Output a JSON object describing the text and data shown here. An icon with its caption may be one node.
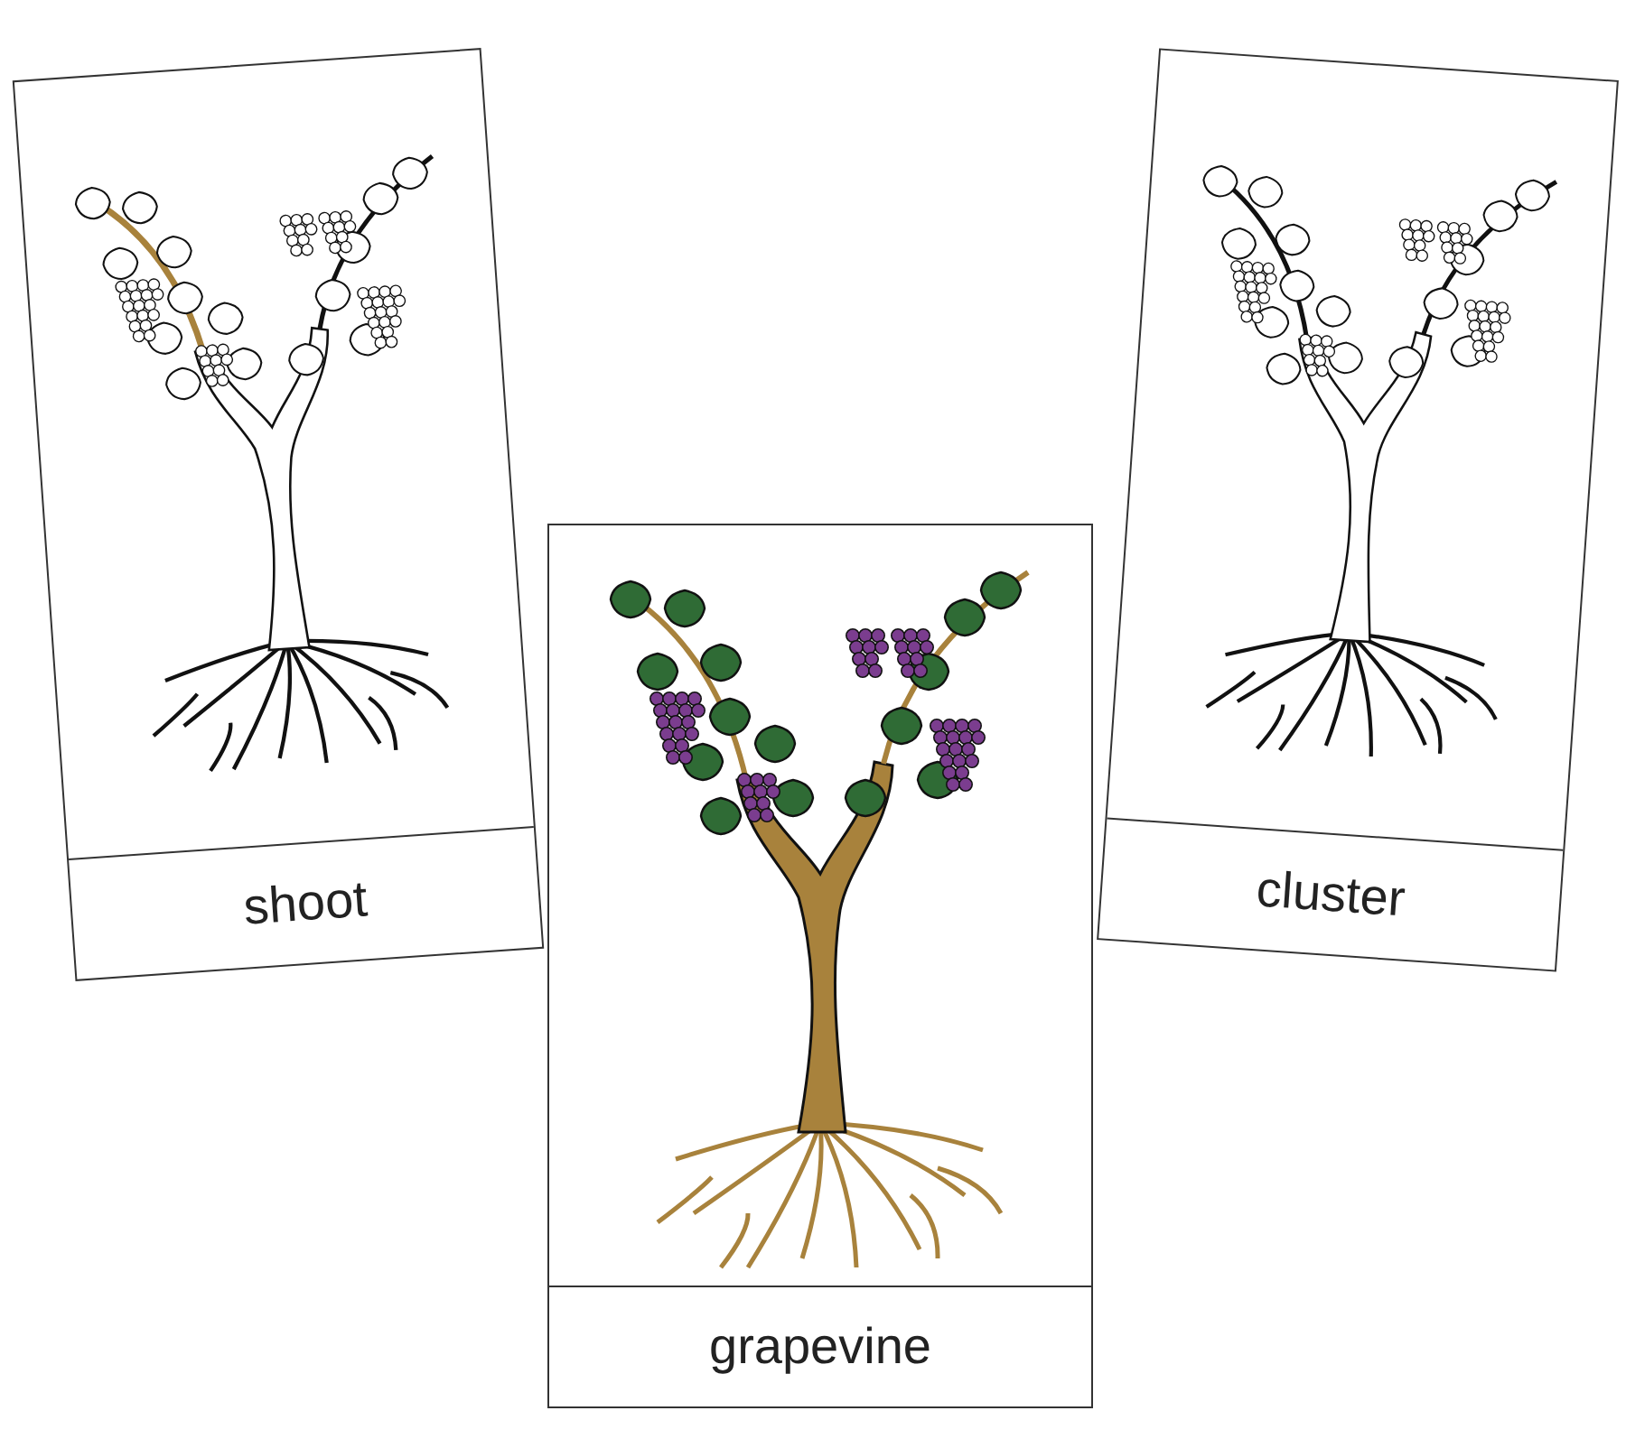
{
  "diagram": {
    "nodes": [
      {
        "text": [
          "shoot"
        ]
      },
      {
        "text": [
          "cluster"
        ]
      },
      {
        "text": [
          "grapevine"
        ]
      }
    ]
  }
}
